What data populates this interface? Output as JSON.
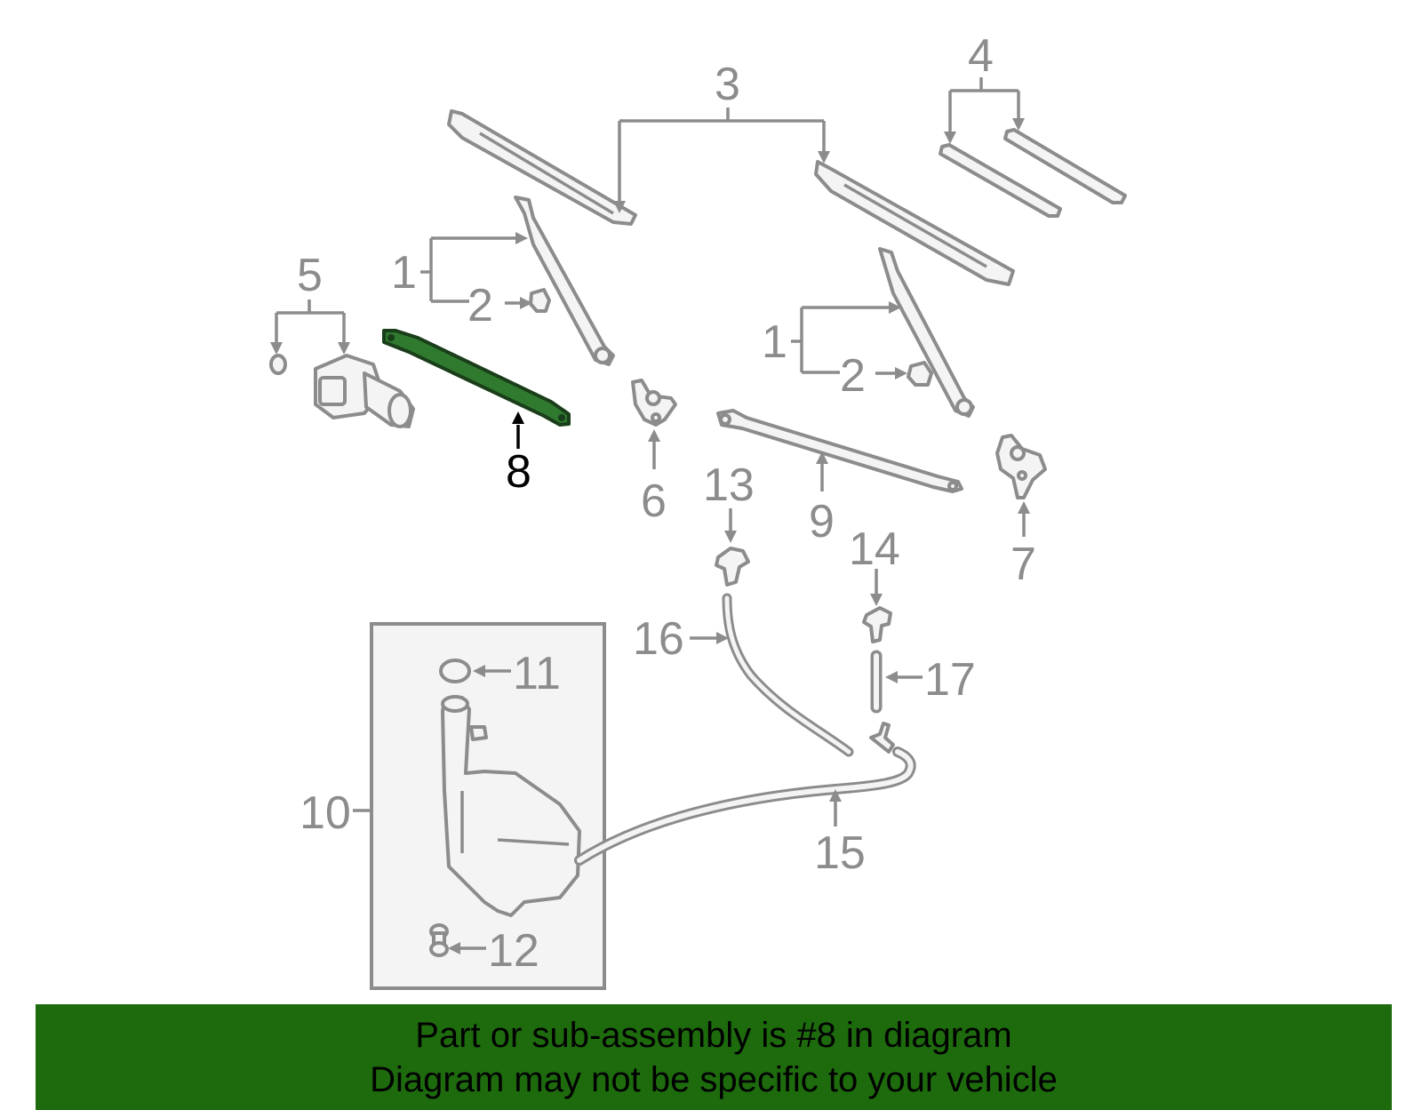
{
  "diagram": {
    "highlighted_part": "8",
    "callouts": [
      "1",
      "2",
      "3",
      "4",
      "5",
      "6",
      "7",
      "8",
      "9",
      "10",
      "11",
      "12",
      "13",
      "14",
      "15",
      "16",
      "17"
    ],
    "colors": {
      "highlight": "#2f7a2f",
      "banner": "#1e6b0e",
      "part_line": "#8c8c8c"
    }
  },
  "banner": {
    "line1": "Part or sub-assembly is #8 in diagram",
    "line2": "Diagram may not be specific to your vehicle"
  }
}
